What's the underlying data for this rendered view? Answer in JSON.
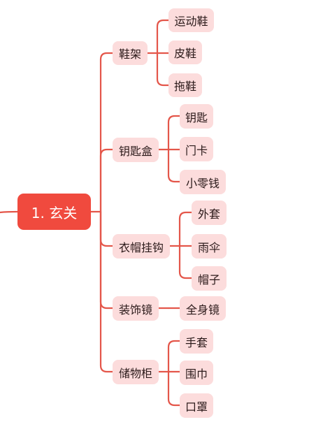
{
  "colors": {
    "root_fill": "#f04a3e",
    "root_text": "#ffffff",
    "node_fill": "#fcdcdc",
    "node_text": "#2b1a1a",
    "line": "#e4564a"
  },
  "root": {
    "label": "1. 玄关"
  },
  "branches": [
    {
      "label": "鞋架",
      "children": [
        "运动鞋",
        "皮鞋",
        "拖鞋"
      ]
    },
    {
      "label": "钥匙盒",
      "children": [
        "钥匙",
        "门卡",
        "小零钱"
      ]
    },
    {
      "label": "衣帽挂钩",
      "children": [
        "外套",
        "雨伞",
        "帽子"
      ]
    },
    {
      "label": "装饰镜",
      "children": [
        "全身镜"
      ]
    },
    {
      "label": "储物柜",
      "children": [
        "手套",
        "围巾",
        "口罩"
      ]
    }
  ]
}
